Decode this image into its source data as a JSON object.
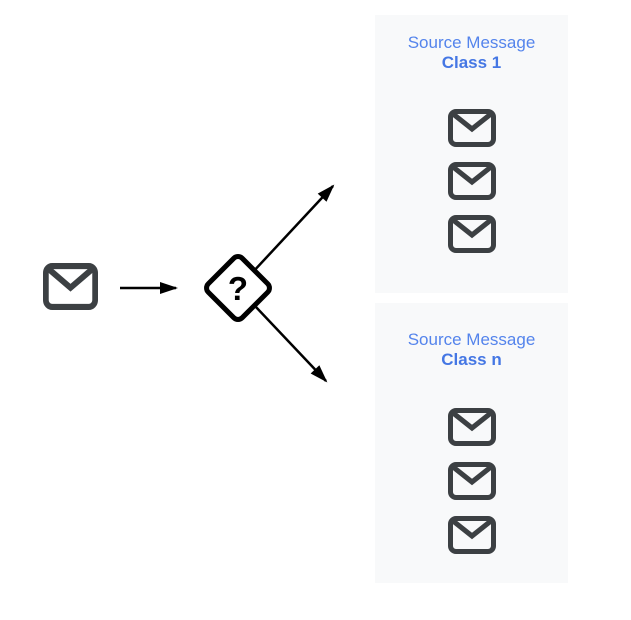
{
  "palette": {
    "page_bg": "#ffffff",
    "panel_bg": "#f8f9fa",
    "title_blue": "#5484ec",
    "class_blue": "#4577e4",
    "icon_gray": "#3c4043",
    "line_black": "#000000"
  },
  "input_message": {
    "icon": "envelope-icon"
  },
  "decision": {
    "label": "?"
  },
  "panels": [
    {
      "title": "Source Message",
      "subtitle": "Class 1",
      "message_count": 3,
      "message_icon": "envelope-icon"
    },
    {
      "title": "Source Message",
      "subtitle": "Class n",
      "message_count": 3,
      "message_icon": "envelope-icon"
    }
  ]
}
